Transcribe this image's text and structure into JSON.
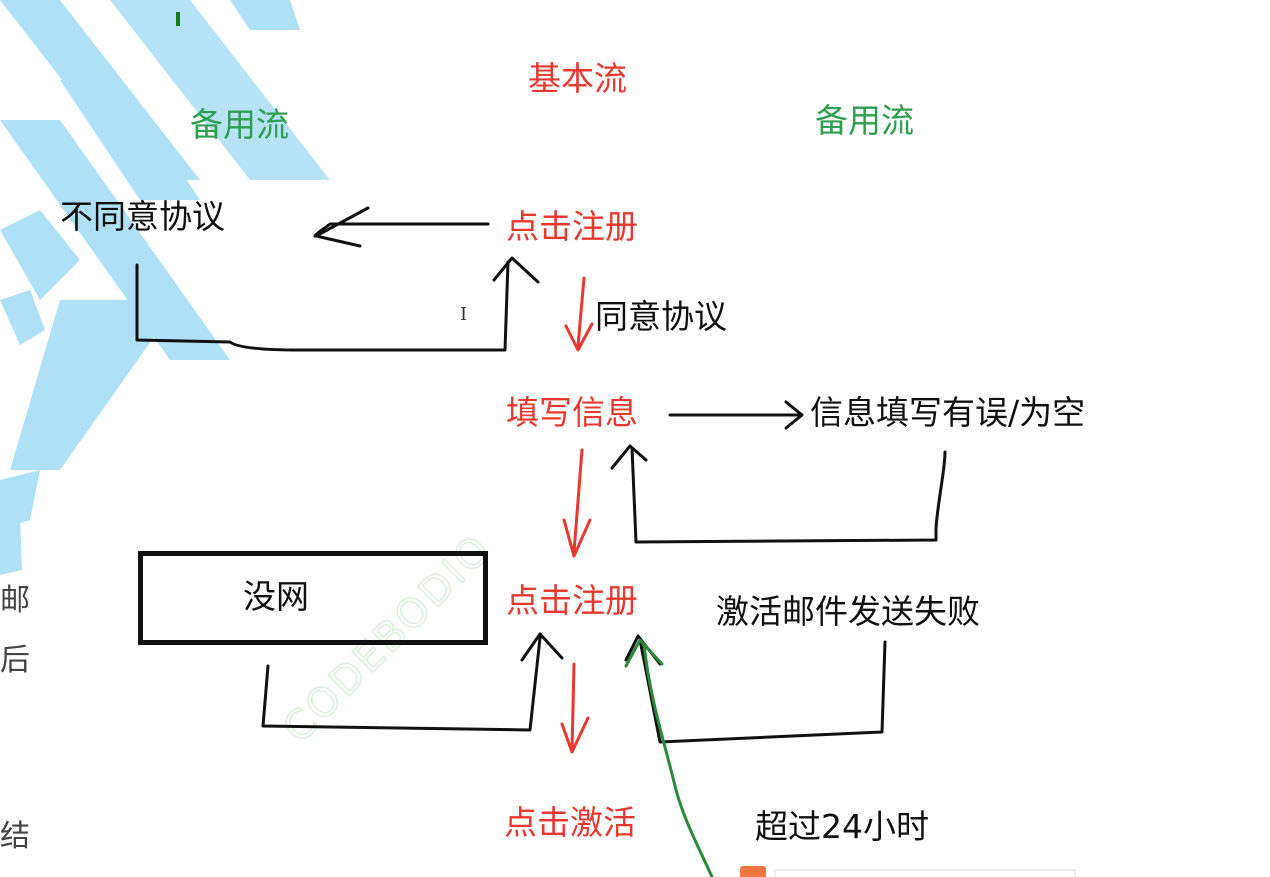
{
  "colors": {
    "basic_flow": "#e8382f",
    "alternate_flow": "#2e9e4f",
    "ink": "#111111",
    "watermark": "#aee0f6"
  },
  "headers": {
    "basic_flow": "基本流",
    "alternate_flow_left": "备用流",
    "alternate_flow_right": "备用流"
  },
  "basic_nodes": {
    "click_register_1": "点击注册",
    "fill_info": "填写信息",
    "click_register_2": "点击注册",
    "click_activate": "点击激活"
  },
  "alternate_nodes": {
    "disagree": "不同意协议",
    "info_error": "信息填写有误/为空",
    "no_network": "没网",
    "email_fail": "激活邮件发送失败",
    "over_24h": "超过24小时"
  },
  "edge_labels": {
    "agree": "同意协议"
  },
  "side_fragments": [
    "邮",
    "后",
    "结"
  ]
}
